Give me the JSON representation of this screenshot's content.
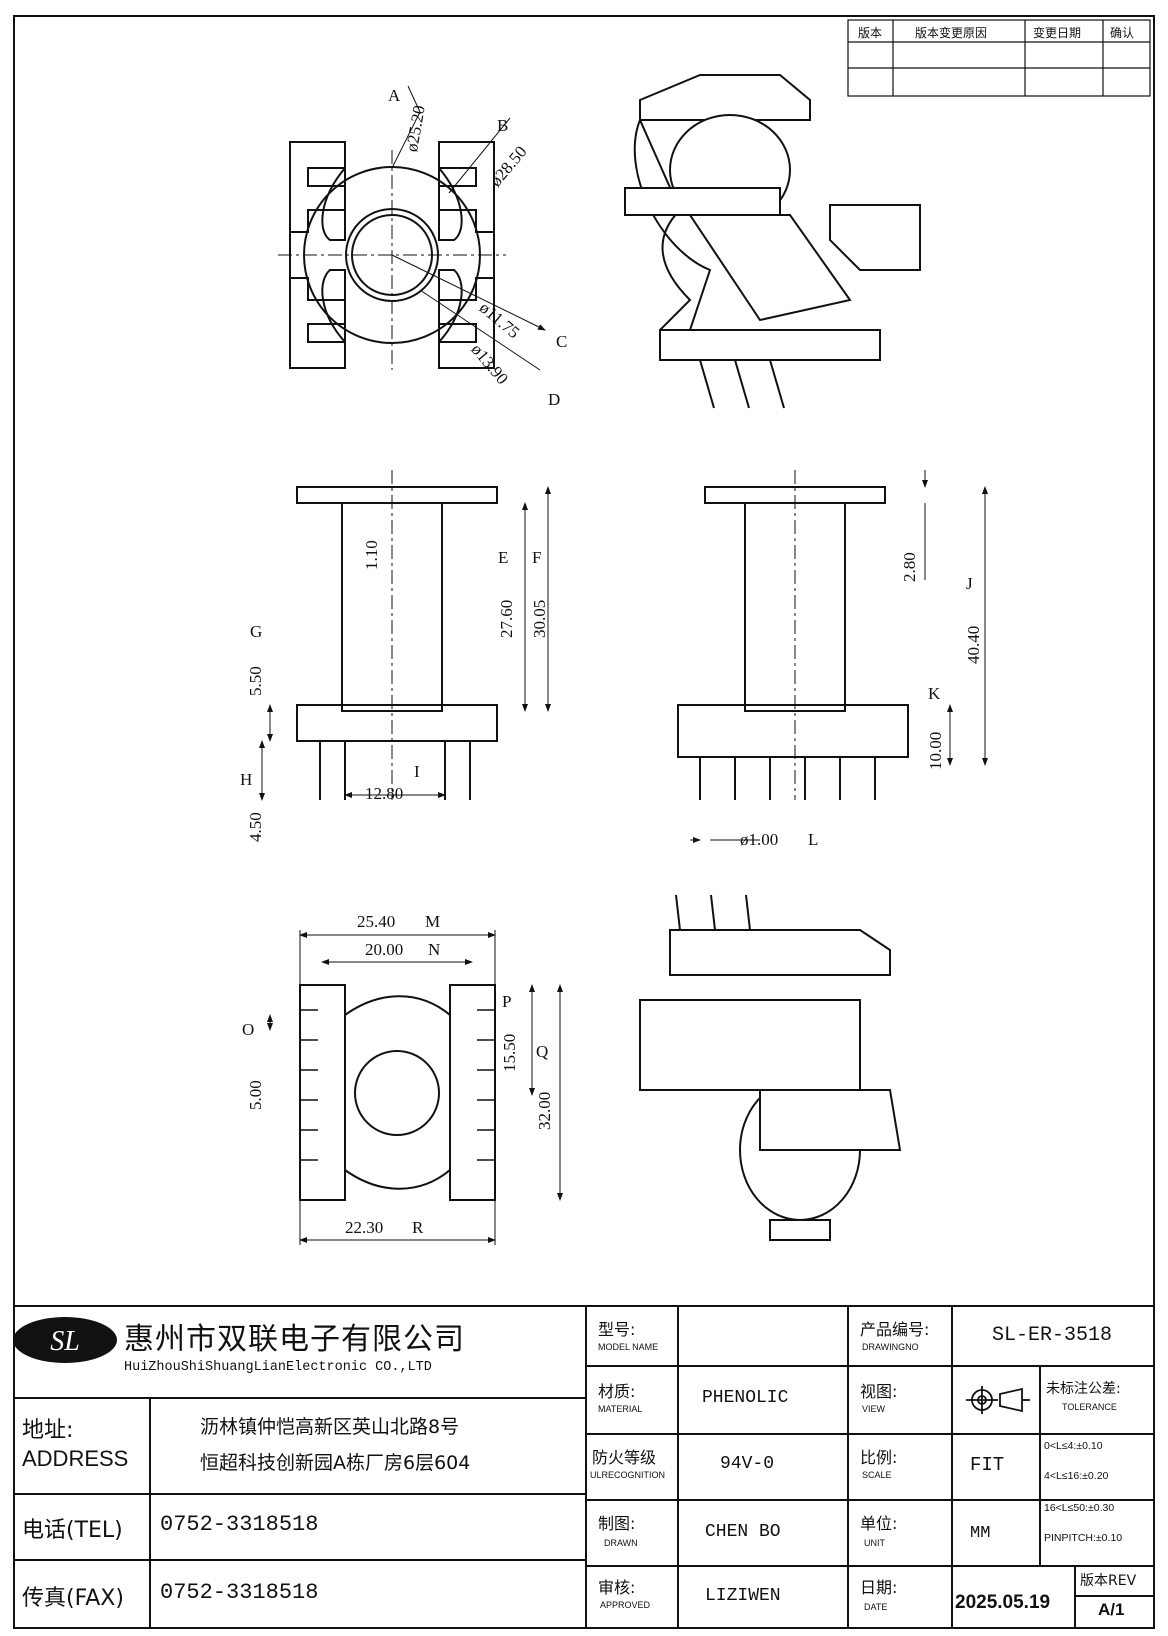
{
  "revision_table": {
    "headers": [
      "版本",
      "版本变更原因",
      "变更日期",
      "确认"
    ],
    "rows": [
      [
        "",
        "",
        "",
        ""
      ]
    ]
  },
  "views": {
    "top_view": {
      "callouts": [
        {
          "id": "A",
          "value": "ø25.20"
        },
        {
          "id": "B",
          "value": "ø28.50"
        },
        {
          "id": "C",
          "value": "ø11.75"
        },
        {
          "id": "D",
          "value": "ø13.90"
        }
      ]
    },
    "front_view": {
      "callouts": [
        {
          "id": "",
          "value": "1.10"
        },
        {
          "id": "E",
          "value": "27.60"
        },
        {
          "id": "F",
          "value": "30.05"
        },
        {
          "id": "G",
          "value": "5.50"
        },
        {
          "id": "H",
          "value": "4.50"
        },
        {
          "id": "I",
          "value": "12.80"
        }
      ]
    },
    "side_view": {
      "callouts": [
        {
          "id": "",
          "value": "2.80"
        },
        {
          "id": "J",
          "value": "40.40"
        },
        {
          "id": "K",
          "value": "10.00"
        },
        {
          "id": "L",
          "value": "ø1.00"
        }
      ]
    },
    "bottom_view": {
      "callouts": [
        {
          "id": "M",
          "value": "25.40"
        },
        {
          "id": "N",
          "value": "20.00"
        },
        {
          "id": "O",
          "value": "5.00"
        },
        {
          "id": "P",
          "value": "15.50"
        },
        {
          "id": "Q",
          "value": "32.00"
        },
        {
          "id": "R",
          "value": "22.30"
        }
      ]
    }
  },
  "title_block": {
    "company_cn": "惠州市双联电子有限公司",
    "company_en": "HuiZhouShiShuangLianElectronic CO.,LTD",
    "logo_letters": "SL",
    "address_label_cn": "地址:",
    "address_label_en": "ADDRESS",
    "address_line1": "沥林镇仲恺高新区英山北路8号",
    "address_line2": "恒超科技创新园A栋厂房6层604",
    "tel_label": "电话(TEL)",
    "tel_value": "0752-3318518",
    "fax_label": "传真(FAX)",
    "fax_value": "0752-3318518",
    "model_label_cn": "型号:",
    "model_label_en": "MODEL NAME",
    "model_value": "",
    "drawing_no_label_cn": "产品编号:",
    "drawing_no_label_en": "DRAWINGNO",
    "drawing_no_value": "SL-ER-3518",
    "material_label_cn": "材质:",
    "material_label_en": "MATERIAL",
    "material_value": "PHENOLIC",
    "view_label_cn": "视图:",
    "view_label_en": "VIEW",
    "tolerance_label_cn": "未标注公差:",
    "tolerance_label_en": "TOLERANCE",
    "tolerance_lines": [
      "0<L≤4:±0.10",
      "4<L≤16:±0.20",
      "16<L≤50:±0.30",
      "PINPITCH:±0.10"
    ],
    "fire_label_cn": "防火等级",
    "fire_label_en": "ULRECOGNITION",
    "fire_value": "94V-0",
    "scale_label_cn": "比例:",
    "scale_label_en": "SCALE",
    "scale_value": "FIT",
    "drawn_label_cn": "制图:",
    "drawn_label_en": "DRAWN",
    "drawn_value": "CHEN BO",
    "unit_label_cn": "单位:",
    "unit_label_en": "UNIT",
    "unit_value": "MM",
    "approved_label_cn": "审核:",
    "approved_label_en": "APPROVED",
    "approved_value": "LIZIWEN",
    "date_label_cn": "日期:",
    "date_label_en": "DATE",
    "date_value": "2025.05.19",
    "rev_label": "版本REV",
    "rev_value": "A/1"
  }
}
